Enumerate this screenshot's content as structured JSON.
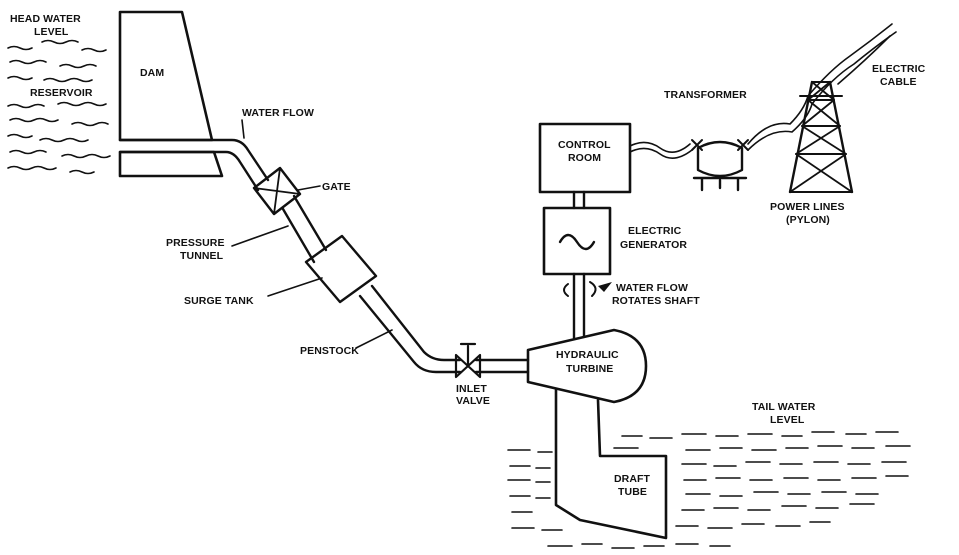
{
  "labels": {
    "head_water_level_1": "HEAD WATER",
    "head_water_level_2": "LEVEL",
    "dam": "DAM",
    "reservoir": "RESERVOIR",
    "water_flow_top": "WATER FLOW",
    "gate": "GATE",
    "pressure_tunnel_1": "PRESSURE",
    "pressure_tunnel_2": "TUNNEL",
    "surge_tank": "SURGE TANK",
    "penstock": "PENSTOCK",
    "inlet_valve_1": "INLET",
    "inlet_valve_2": "VALVE",
    "hydraulic_turbine_1": "HYDRAULIC",
    "hydraulic_turbine_2": "TURBINE",
    "control_room_1": "CONTROL",
    "control_room_2": "ROOM",
    "electric_generator_1": "ELECTRIC",
    "electric_generator_2": "GENERATOR",
    "water_flow_shaft_1": "WATER FLOW",
    "water_flow_shaft_2": "ROTATES SHAFT",
    "transformer": "TRANSFORMER",
    "electric_cable_1": "ELECTRIC",
    "electric_cable_2": "CABLE",
    "power_lines_1": "POWER LINES",
    "power_lines_2": "(PYLON)",
    "tail_water_level_1": "TAIL WATER",
    "tail_water_level_2": "LEVEL",
    "draft_tube_1": "DRAFT",
    "draft_tube_2": "TUBE"
  },
  "icons": {
    "generator_symbol": "sine-wave-icon",
    "rotation_arrow": "curved-arrow-icon"
  }
}
